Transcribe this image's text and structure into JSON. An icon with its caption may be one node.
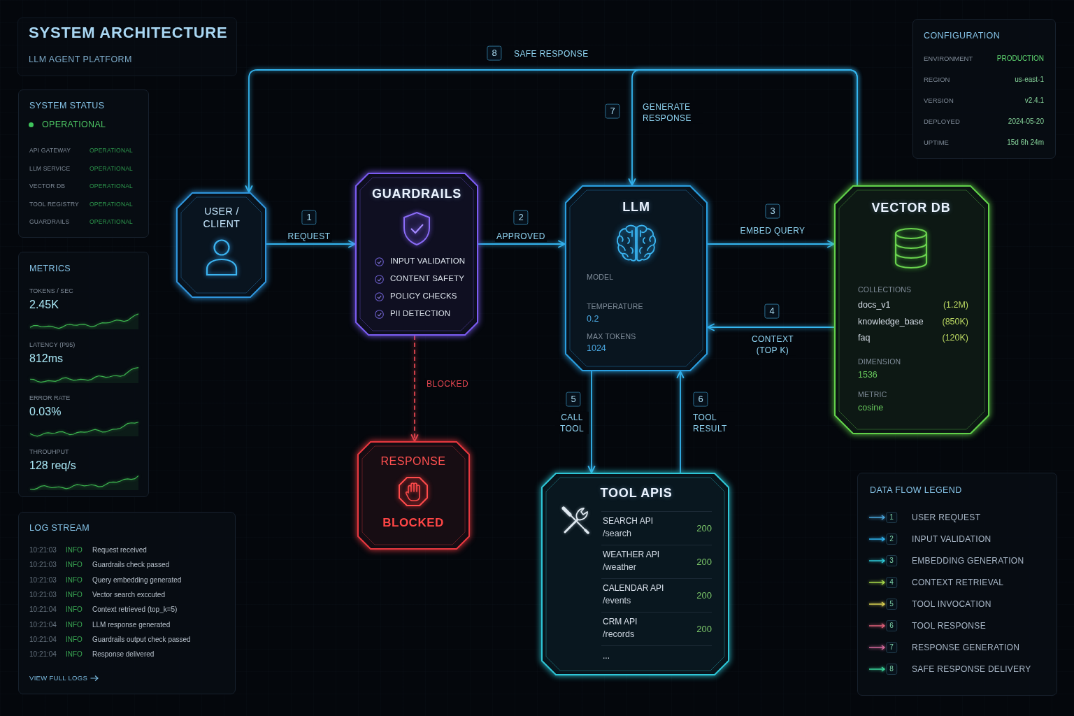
{
  "diagram": {
    "title": "SYSTEM ARCHITECTURE",
    "nodes": [
      {
        "text": [
          "SYSTEM STATUS",
          "OPERATIONAL",
          "API GATEWAY",
          "OPERATIONAL",
          "LLM SERVICE",
          "OPERATIONAL",
          "VECTOR DB",
          "OPERATIONAL",
          "TOOL REGISTRY",
          "OPERATIONAL",
          "GUARDRAILS",
          "OPERATIONAL"
        ]
      },
      {
        "text": [
          "METRICS",
          "TOKENS / SEC",
          "2.45K",
          "LATENCY (P95)",
          "812ms",
          "ERROR RATE",
          "0.03%",
          "THROUHPUT",
          "128 req/s"
        ]
      },
      {
        "text": [
          "LOG STREAM",
          "10:21:03",
          "INFO",
          "Request received",
          "10:21:03",
          "INFO",
          "Guardrails check passed",
          "10:21:03",
          "INFO",
          "Query embedding generated",
          "10:21:03",
          "INFO",
          "Vector search exccuted",
          "10:21:04",
          "INFO",
          "Context retrieved (top_k=5)",
          "10:21:04",
          "INFO",
          "LLM response generated",
          "10:21:04",
          "INFO",
          "Guardrails output check passed",
          "10:21:04",
          "INFO",
          "Response delivered",
          "VIEW FULL LOGS"
        ]
      },
      {
        "text": [
          "USER / CLIENT"
        ]
      },
      {
        "text": [
          "GUARDRAILS",
          "INPUT VALIDATION",
          "CONTENT SAFETY",
          "POLICY CHECKS",
          "PII DETECTION"
        ]
      },
      {
        "text": [
          "LLM",
          "MODEL",
          "TEMPERATURE",
          "0.2",
          "MAX TOKENS",
          "1024"
        ]
      },
      {
        "text": [
          "VECTOR DB",
          "COLLECTIONS",
          "docs_v1",
          "(1.2M)",
          "knowledge_base",
          "(850K)",
          "faq",
          "(120K)",
          "DIMENSION",
          "1536",
          "METRIC",
          "cosine"
        ]
      },
      {
        "text": [
          "RESPONSE",
          "BLOCKED"
        ]
      },
      {
        "text": [
          "TOOL APIS",
          "SEARCH API",
          "/search",
          "200",
          "WEATHER API",
          "/weather",
          "200",
          "CALENDAR API",
          "/events",
          "200",
          "CRM API",
          "/records",
          "200",
          "..."
        ]
      },
      {
        "text": [
          "CONFIGURATION",
          "ENVIRONMENT",
          "PRODUCTION",
          "REGION",
          "us-east-1",
          "VERSION",
          "v2.4.1",
          "DEPLOYED",
          "2024-05-20",
          "UPTIME",
          "15d 6h 24m"
        ]
      }
    ],
    "edges": [
      {
        "from": 3,
        "to": 4,
        "arrow": "to",
        "label": "REQUEST"
      },
      {
        "from": 4,
        "to": 5,
        "arrow": "to",
        "label": "APPROVED"
      },
      {
        "from": 5,
        "to": 6,
        "arrow": "to",
        "label": "EMBED QUERY"
      },
      {
        "from": 6,
        "to": 5,
        "arrow": "to",
        "label": "CONTEXT (TOP K)"
      },
      {
        "from": 5,
        "to": 8,
        "arrow": "to",
        "label": "CALL TOOL"
      },
      {
        "from": 8,
        "to": 5,
        "arrow": "to",
        "label": "TOOL RESULT"
      },
      {
        "from": 6,
        "to": 5,
        "arrow": "to",
        "label": "GENERATE RESPONSE"
      },
      {
        "from": 6,
        "to": 3,
        "arrow": "to",
        "label": "SAFE RESPONSE"
      },
      {
        "from": 4,
        "to": 7,
        "arrow": "to",
        "label": "BLOCKED",
        "style": "dashed",
        "color": "#e0454f"
      }
    ],
    "labels": [
      "LLM AGENT PLATFORM",
      "8",
      "7",
      "1",
      "2",
      "3",
      "4",
      "5",
      "6",
      "DATA FLOW LEGEND",
      "1",
      "2",
      "3",
      "4",
      "5",
      "6",
      "7",
      "8"
    ],
    "legend": [
      {
        "text": "USER REQUEST"
      },
      {
        "text": "INPUT VALIDATION"
      },
      {
        "text": "EMBEDDING GENERATION"
      },
      {
        "text": "CONTEXT RETRIEVAL"
      },
      {
        "text": "TOOL INVOCATION"
      },
      {
        "text": "TOOL RESPONSE"
      },
      {
        "text": "RESPONSE GENERATION"
      },
      {
        "text": "SAFE RESPONSE DELIVERY"
      }
    ]
  }
}
